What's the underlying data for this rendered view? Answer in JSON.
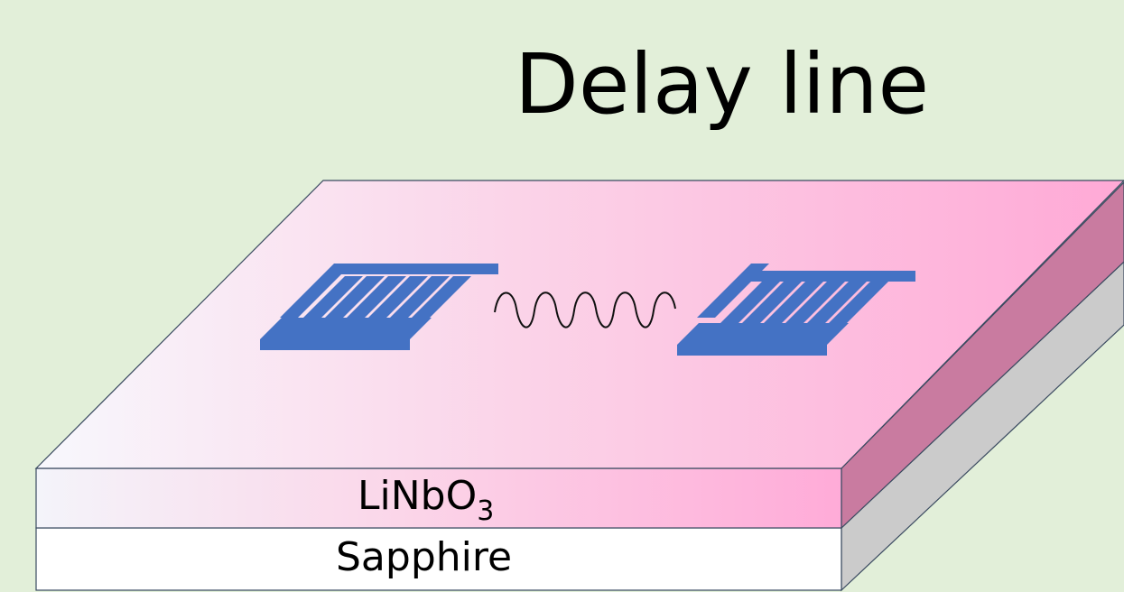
{
  "title": "Delay line",
  "layers": {
    "top": {
      "base": "LiNbO",
      "subscript": "3"
    },
    "bottom": "Sapphire"
  },
  "colors": {
    "background": "#e2efd9",
    "linbo3_left": "#f7f7fd",
    "linbo3_right": "#ffaad8",
    "sapphire": "#ffffff",
    "electrode": "#4472c4",
    "outline": "#3a4a60"
  },
  "icons": [
    "idt-left",
    "surface-acoustic-wave",
    "idt-right"
  ]
}
